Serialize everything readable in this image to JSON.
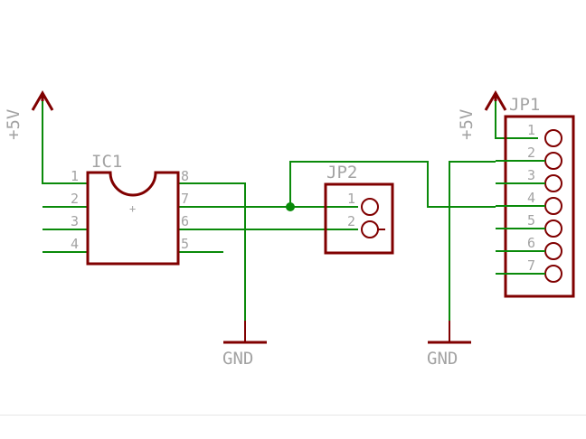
{
  "ic1": {
    "name": "IC1",
    "pins": [
      "1",
      "2",
      "3",
      "4",
      "5",
      "6",
      "7",
      "8"
    ],
    "origin": "+"
  },
  "jp2": {
    "name": "JP2",
    "pins": [
      "1",
      "2"
    ]
  },
  "jp1": {
    "name": "JP1",
    "pins": [
      "1",
      "2",
      "3",
      "4",
      "5",
      "6",
      "7"
    ]
  },
  "power": {
    "label_left": "+5V",
    "label_right": "+5V"
  },
  "ground": {
    "label_left": "GND",
    "label_right": "GND"
  },
  "colors": {
    "wire": "#0a8a0a",
    "part": "#800000",
    "text": "#a3a3a3"
  }
}
